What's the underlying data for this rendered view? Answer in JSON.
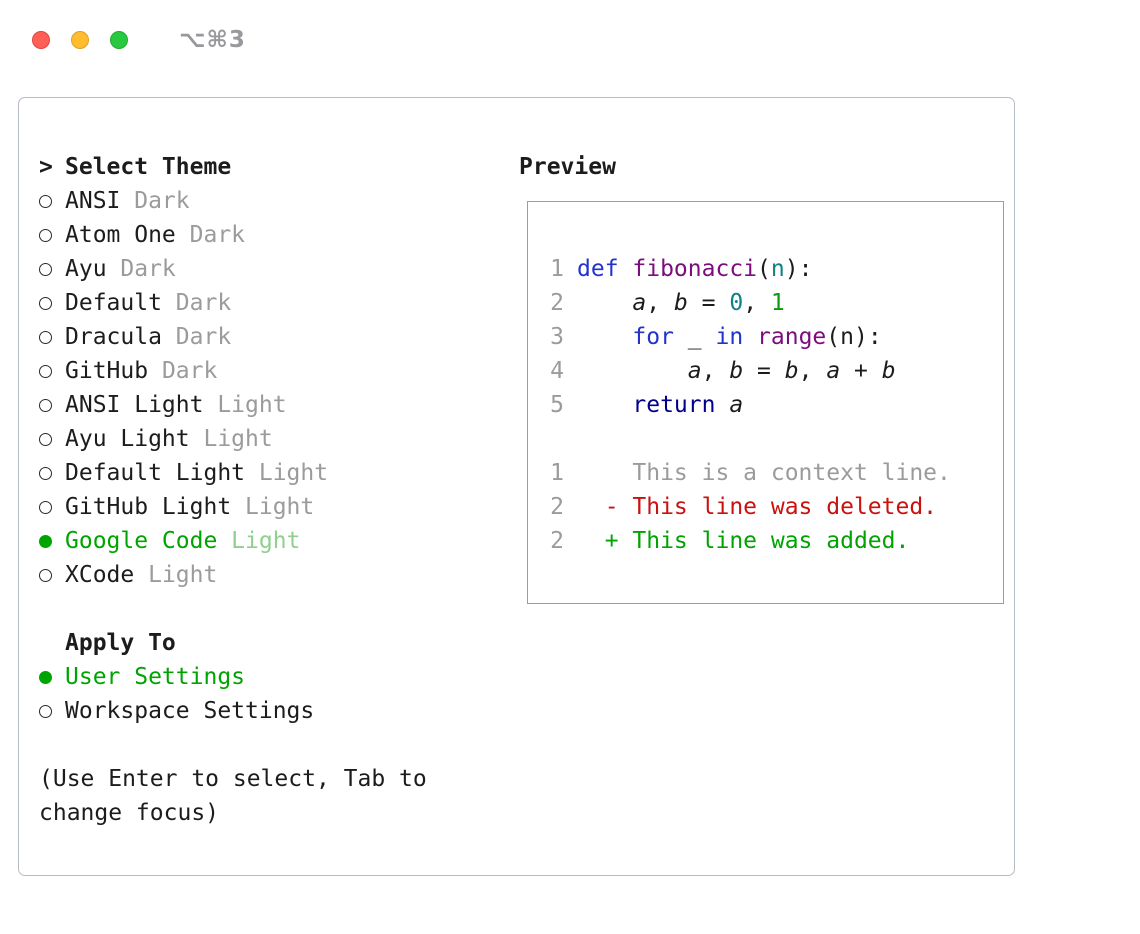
{
  "window": {
    "shortcut": "⌥⌘3"
  },
  "theme_selector": {
    "prompt": ">",
    "title": "Select Theme",
    "items": [
      {
        "name": "ANSI",
        "variant": "Dark",
        "selected": false
      },
      {
        "name": "Atom One",
        "variant": "Dark",
        "selected": false
      },
      {
        "name": "Ayu",
        "variant": "Dark",
        "selected": false
      },
      {
        "name": "Default",
        "variant": "Dark",
        "selected": false
      },
      {
        "name": "Dracula",
        "variant": "Dark",
        "selected": false
      },
      {
        "name": "GitHub",
        "variant": "Dark",
        "selected": false
      },
      {
        "name": "ANSI Light",
        "variant": "Light",
        "selected": false
      },
      {
        "name": "Ayu Light",
        "variant": "Light",
        "selected": false
      },
      {
        "name": "Default Light",
        "variant": "Light",
        "selected": false
      },
      {
        "name": "GitHub Light",
        "variant": "Light",
        "selected": false
      },
      {
        "name": "Google Code",
        "variant": "Light",
        "selected": true
      },
      {
        "name": "XCode",
        "variant": "Light",
        "selected": false
      }
    ]
  },
  "apply_to": {
    "title": "Apply To",
    "options": [
      {
        "label": "User Settings",
        "selected": true
      },
      {
        "label": "Workspace Settings",
        "selected": false
      }
    ]
  },
  "help_text": "(Use Enter to select, Tab to\nchange focus)",
  "preview": {
    "title": "Preview",
    "code_lines": [
      {
        "num": "1",
        "tokens": [
          {
            "t": "def ",
            "c": "kw"
          },
          {
            "t": "fibonacci",
            "c": "fn"
          },
          {
            "t": "(",
            "c": "pl"
          },
          {
            "t": "n",
            "c": "ty"
          },
          {
            "t": "):",
            "c": "pl"
          }
        ]
      },
      {
        "num": "2",
        "tokens": [
          {
            "t": "    ",
            "c": "pl"
          },
          {
            "t": "a",
            "c": "var",
            "i": true
          },
          {
            "t": ", ",
            "c": "pl"
          },
          {
            "t": "b",
            "c": "var",
            "i": true
          },
          {
            "t": " = ",
            "c": "pl"
          },
          {
            "t": "0",
            "c": "ty"
          },
          {
            "t": ", ",
            "c": "pl"
          },
          {
            "t": "1",
            "c": "num"
          }
        ]
      },
      {
        "num": "3",
        "tokens": [
          {
            "t": "    ",
            "c": "pl"
          },
          {
            "t": "for",
            "c": "kw"
          },
          {
            "t": " _ ",
            "c": "pl"
          },
          {
            "t": "in",
            "c": "kw"
          },
          {
            "t": " ",
            "c": "pl"
          },
          {
            "t": "range",
            "c": "fn"
          },
          {
            "t": "(n):",
            "c": "pl"
          }
        ]
      },
      {
        "num": "4",
        "tokens": [
          {
            "t": "        ",
            "c": "pl"
          },
          {
            "t": "a",
            "c": "var",
            "i": true
          },
          {
            "t": ", ",
            "c": "pl"
          },
          {
            "t": "b",
            "c": "var",
            "i": true
          },
          {
            "t": " = ",
            "c": "pl"
          },
          {
            "t": "b",
            "c": "var",
            "i": true
          },
          {
            "t": ", ",
            "c": "pl"
          },
          {
            "t": "a",
            "c": "var",
            "i": true
          },
          {
            "t": " + ",
            "c": "pl"
          },
          {
            "t": "b",
            "c": "var",
            "i": true
          }
        ]
      },
      {
        "num": "5",
        "tokens": [
          {
            "t": "    ",
            "c": "pl"
          },
          {
            "t": "return",
            "c": "ret"
          },
          {
            "t": " ",
            "c": "pl"
          },
          {
            "t": "a",
            "c": "var",
            "i": true
          }
        ]
      }
    ],
    "diff_lines": [
      {
        "num": "1",
        "c": "context",
        "text": "    This is a context line."
      },
      {
        "num": "2",
        "c": "deleted",
        "text": "  - This line was deleted."
      },
      {
        "num": "2",
        "c": "added",
        "text": "  + This line was added."
      }
    ]
  },
  "palette": {
    "selected_green": "#00a400",
    "selected_variant": "#8fcf8f",
    "item_text": "#1c1c1c",
    "variant_gray": "#9b9b9b",
    "help_gray": "#9b9b9b",
    "lineno": "#9b9b9b",
    "kw": "#2233cc",
    "ret": "#00008b",
    "fn": "#7c0d7c",
    "ty": "#0f808a",
    "num": "#0a9a0a",
    "pl": "#1c1c1c",
    "var": "#1c1c1c",
    "context": "#9b9b9b",
    "deleted": "#c9120f",
    "added": "#00a400"
  }
}
